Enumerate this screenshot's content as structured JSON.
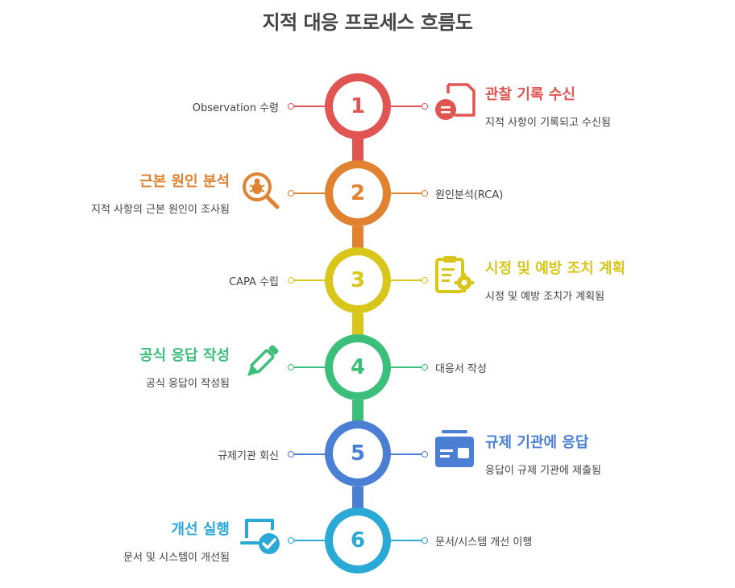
{
  "title": "지적 대응 프로세스 흐름도",
  "steps": [
    {
      "number": "1",
      "color": "#e05552",
      "side_label": "Observation 수령",
      "heading": "관찰 기록 수신",
      "description": "지적 사항이 기록되고 수신됨",
      "icon": "document-icon"
    },
    {
      "number": "2",
      "color": "#e0822f",
      "side_label": "원인분석(RCA)",
      "heading": "근본 원인 분석",
      "description": "지적 사항의 근본 원인이 조사됨",
      "icon": "bug-search-icon"
    },
    {
      "number": "3",
      "color": "#d9c61a",
      "side_label": "CAPA 수립",
      "heading": "시정 및 예방 조치 계획",
      "description": "시정 및 예방 조치가 계획됨",
      "icon": "clipboard-gear-icon"
    },
    {
      "number": "4",
      "color": "#3cbf7a",
      "side_label": "대응서 작성",
      "heading": "공식 응답 작성",
      "description": "공식 응답이 작성됨",
      "icon": "pen-icon"
    },
    {
      "number": "5",
      "color": "#4b7fd4",
      "side_label": "규제기관 회신",
      "heading": "규제 기관에 응답",
      "description": "응답이 규제 기관에 제출됨",
      "icon": "id-card-icon"
    },
    {
      "number": "6",
      "color": "#2aa9d6",
      "side_label": "문서/시스템 개선 이행",
      "heading": "개선 실행",
      "description": "문서 및 시스템이 개선됨",
      "icon": "laptop-check-icon"
    }
  ]
}
